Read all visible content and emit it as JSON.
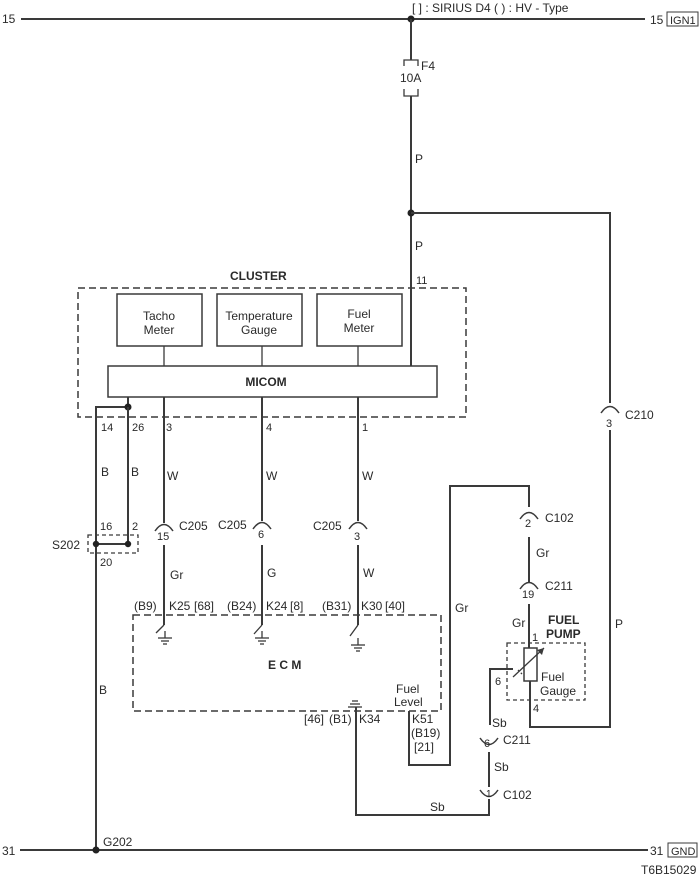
{
  "legend": "[ ] : SIRIUS D4  ( ) : HV - Type",
  "figure_id": "T6B15029",
  "rails": {
    "top_left": "15",
    "top_right": "15",
    "top_tag": "IGN1",
    "bottom_left": "31",
    "bottom_right": "31",
    "bottom_tag": "GND"
  },
  "fuse": {
    "name": "F4",
    "rating": "10A"
  },
  "wire_colors": {
    "p1": "P",
    "p2": "P",
    "p3": "P",
    "b1": "B",
    "b2": "B",
    "b3": "B",
    "w1": "W",
    "w2": "W",
    "w3": "W",
    "w4": "W",
    "gr1": "Gr",
    "gr2": "Gr",
    "gr3": "Gr",
    "gr4": "Gr",
    "g1": "G",
    "sb1": "Sb",
    "sb2": "Sb",
    "sb3": "Sb"
  },
  "cluster": {
    "title": "CLUSTER",
    "tacho": [
      "Tacho",
      "Meter"
    ],
    "temp": [
      "Temperature",
      "Gauge"
    ],
    "fuel": [
      "Fuel",
      "Meter"
    ],
    "micom": "MICOM",
    "pins": {
      "p11": "11",
      "p14": "14",
      "p26": "26",
      "p3": "3",
      "p4": "4",
      "p1": "1"
    }
  },
  "splice": {
    "name": "S202",
    "p16": "16",
    "p2": "2",
    "p20": "20"
  },
  "connectors": {
    "c205a": {
      "name": "C205",
      "pin": "15"
    },
    "c205b": {
      "name": "C205",
      "pin": "6"
    },
    "c205c": {
      "name": "C205",
      "pin": "3"
    },
    "c210": {
      "name": "C210",
      "pin": "3"
    },
    "c102a": {
      "name": "C102",
      "pin": "2"
    },
    "c211a": {
      "name": "C211",
      "pin": "19"
    },
    "c211b": {
      "name": "C211",
      "pin": "6"
    },
    "c102b": {
      "name": "C102",
      "pin": "1"
    }
  },
  "ecm": {
    "title": "E C M",
    "pin_labels": {
      "a_hv": "(B9)",
      "a": "K25",
      "a_sd": "[68]",
      "b_hv": "(B24)",
      "b": "K24",
      "b_sd": "[8]",
      "c_hv": "(B31)",
      "c": "K30",
      "c_sd": "[40]",
      "d_sd": "[46]",
      "d_hv": "(B1)",
      "d": "K34",
      "e": "K51",
      "e_hv": "(B19)",
      "e_sd": "[21]"
    },
    "fuel_level": [
      "Fuel",
      "Level"
    ]
  },
  "fuel_pump": {
    "title": [
      "FUEL",
      "PUMP"
    ],
    "gauge": [
      "Fuel",
      "Gauge"
    ],
    "p1": "1",
    "p6": "6",
    "p4": "4"
  },
  "ground": {
    "name": "G202"
  }
}
